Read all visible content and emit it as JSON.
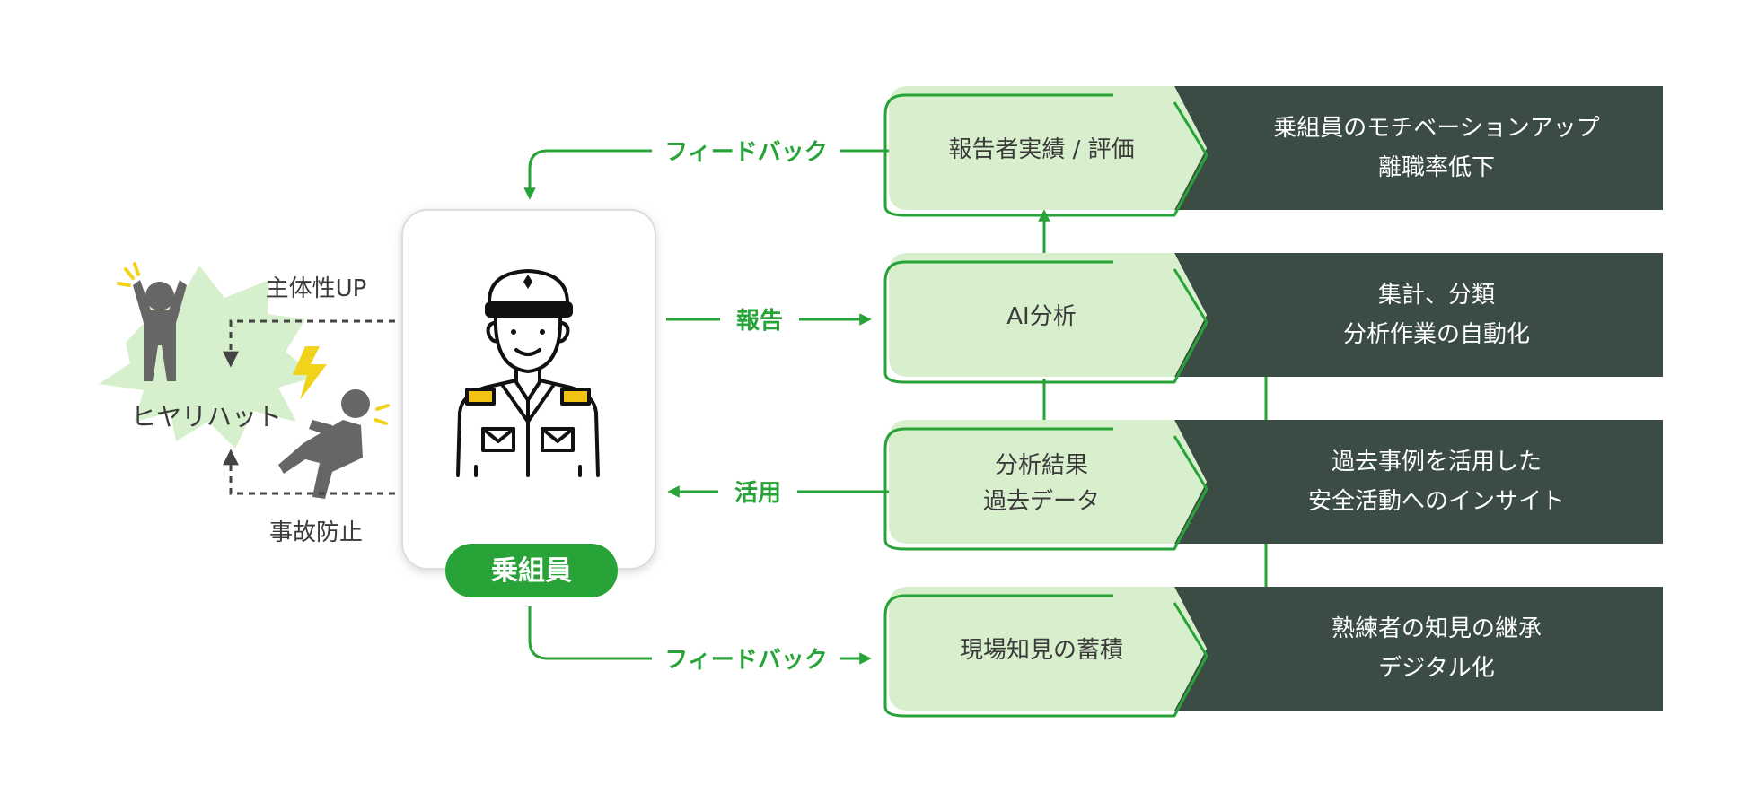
{
  "colors": {
    "green": "#27a338",
    "light_green": "#d8efcd",
    "dark_panel": "#3b4c44",
    "gray_figure": "#6b6b6b",
    "burst": "#d6efcc",
    "yellow": "#f2d31b"
  },
  "left": {
    "burst_label": "ヒヤリハット",
    "top_label": "主体性UP",
    "bottom_label": "事故防止",
    "worried_person_icon": "worried-person-icon",
    "falling_person_icon": "falling-person-icon"
  },
  "crew": {
    "badge": "乗組員",
    "icon": "crew-officer-icon"
  },
  "arrows": {
    "feedback_top": "フィードバック",
    "report": "報告",
    "utilize": "活用",
    "feedback_bottom": "フィードバック"
  },
  "rows": [
    {
      "box": [
        "報告者実績 / 評価"
      ],
      "panel": [
        "乗組員のモチベーションアップ",
        "離職率低下"
      ]
    },
    {
      "box": [
        "AI分析"
      ],
      "panel": [
        "集計、分類",
        "分析作業の自動化"
      ]
    },
    {
      "box": [
        "分析結果",
        "過去データ"
      ],
      "panel": [
        "過去事例を活用した",
        "安全活動へのインサイト"
      ]
    },
    {
      "box": [
        "現場知見の蓄積"
      ],
      "panel": [
        "熟練者の知見の継承",
        "デジタル化"
      ]
    }
  ]
}
